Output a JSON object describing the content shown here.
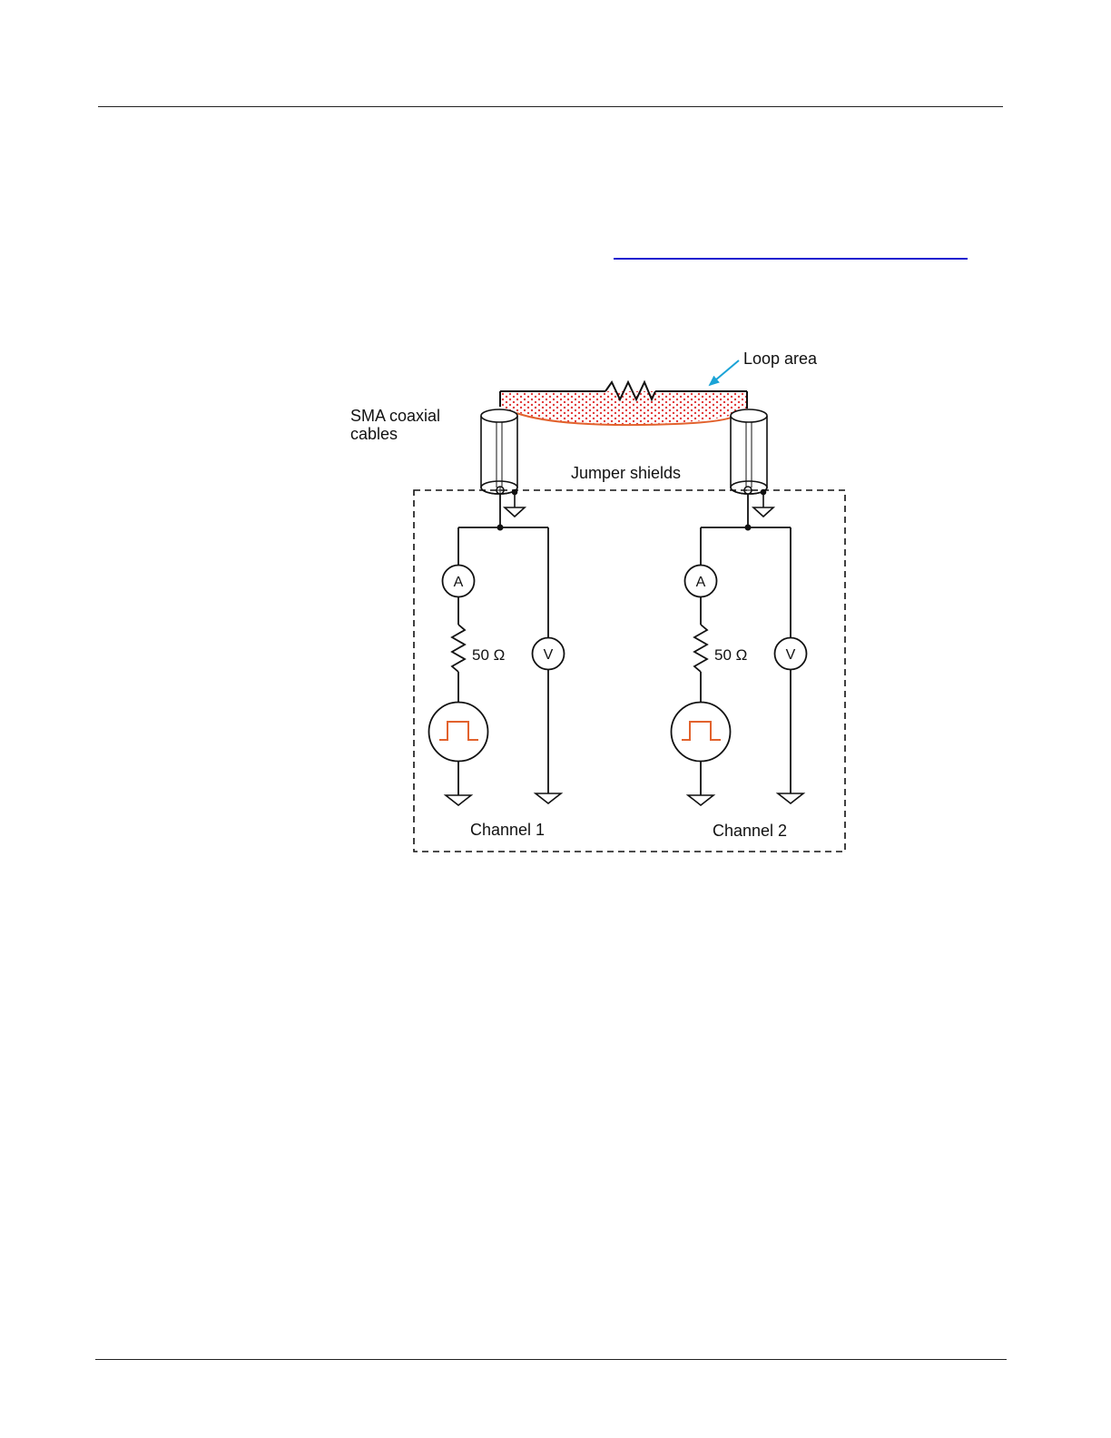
{
  "diagram": {
    "loop_area": "Loop area",
    "sma_line1": "SMA coaxial",
    "sma_line2": "cables",
    "jumper_shields": "Jumper shields",
    "channel1": {
      "label": "Channel 1",
      "ammeter": "A",
      "voltmeter": "V",
      "resistor": "50 Ω"
    },
    "channel2": {
      "label": "Channel 2",
      "ammeter": "A",
      "voltmeter": "V",
      "resistor": "50 Ω"
    }
  },
  "colors": {
    "loop_dots": "#e23b3b",
    "loop_edge": "#e2622d",
    "pulse": "#e2622d",
    "arrow": "#1aa3d6",
    "wire": "#111111",
    "link": "#1f1fcf"
  }
}
